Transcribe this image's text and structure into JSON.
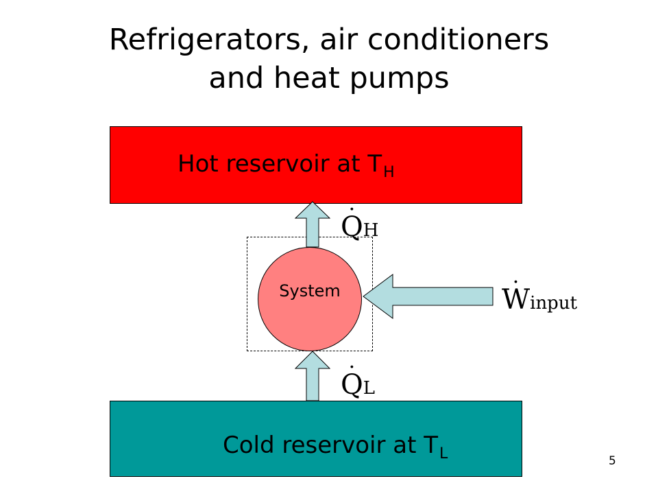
{
  "title": {
    "line1": "Refrigerators, air conditioners",
    "line2": "and heat pumps"
  },
  "hot_reservoir": {
    "label": "Hot reservoir at T",
    "subscript": "H",
    "color": "#ff0000"
  },
  "cold_reservoir": {
    "label": "Cold reservoir at T",
    "subscript": "L",
    "color": "#009999"
  },
  "system": {
    "label": "System",
    "color": "#ff8080"
  },
  "arrow_color": "#b3dde0",
  "heat_out": {
    "symbol": "Q",
    "subscript": "H"
  },
  "heat_in": {
    "symbol": "Q",
    "subscript": "L"
  },
  "work_in": {
    "symbol": "W",
    "subscript": "input"
  },
  "page_number": "5"
}
